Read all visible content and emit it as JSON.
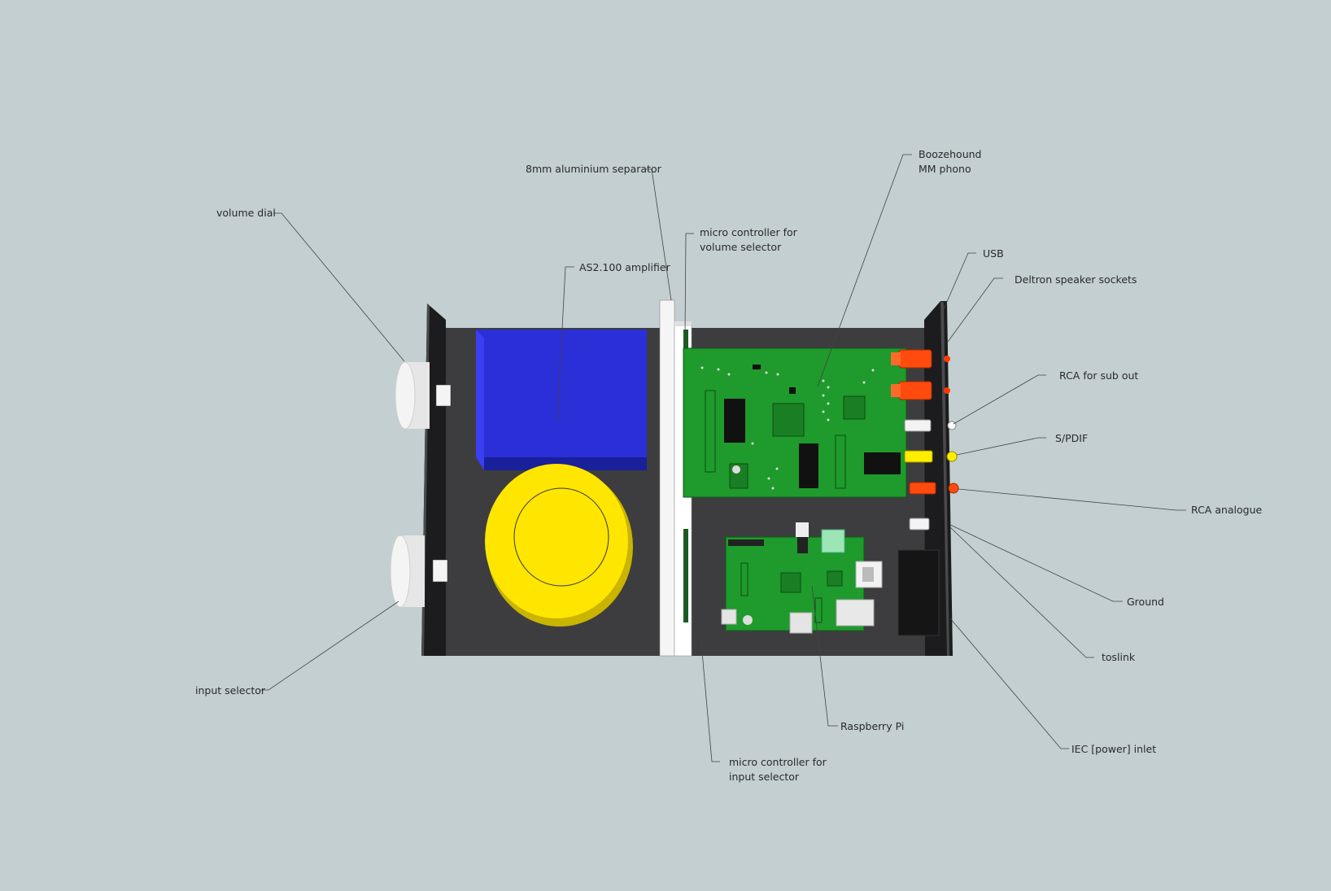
{
  "labels": {
    "volume_dial": "volume dial",
    "input_selector": "input selector",
    "separator": "8mm aluminium separator",
    "amplifier": "AS2.100 amplifier",
    "mc_volume_line1": "micro controller for",
    "mc_volume_line2": "volume selector",
    "phono_line1": "Boozehound",
    "phono_line2": "MM phono",
    "usb": "USB",
    "speaker_sockets": "Deltron speaker sockets",
    "rca_sub": "RCA for sub out",
    "spdif": "S/PDIF",
    "rca_analogue": "RCA analogue",
    "ground": "Ground",
    "toslink": "toslink",
    "raspberry_pi": "Raspberry Pi",
    "iec": "IEC [power] inlet",
    "mc_input_line1": "micro controller for",
    "mc_input_line2": "input selector"
  },
  "colors": {
    "background": "#c3cfd1",
    "chassis_floor": "#3d3d3f",
    "panel": "#1c1c1e",
    "amplifier": "#2a2fd8",
    "transformer": "#f7e000",
    "pcb": "#1f9a2c",
    "separator": "#f5f5f5",
    "rca_red": "#ff4b0e",
    "rca_yellow": "#ffee00"
  }
}
